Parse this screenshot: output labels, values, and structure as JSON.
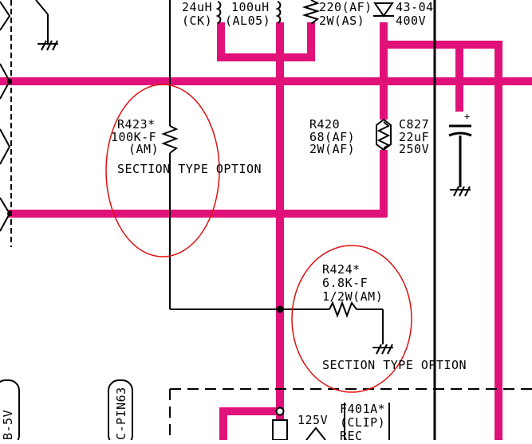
{
  "colors": {
    "trace": "#e0127a",
    "wire": "#000000",
    "highlight": "#e01010",
    "background": "#ffffff"
  },
  "top_labels": {
    "l1_line1": "24uH",
    "l1_line2": "(CK)",
    "l2_line1": "100uH",
    "l2_line2": "(AL05)",
    "r_top_line1": "220(AF)",
    "r_top_line2": "2W(AS)",
    "d_line1": "43-04",
    "d_line2": "400V"
  },
  "r423": {
    "ref": "R423*",
    "value": "100K-F",
    "model": "(AM)"
  },
  "r420": {
    "ref": "R420",
    "value": "68(AF)",
    "power": "2W(AF)"
  },
  "c827": {
    "ref": "C827",
    "value": "22uF",
    "voltage": "250V"
  },
  "r424": {
    "ref": "R424*",
    "value": "6.8K-F",
    "power": "1/2W(AM)"
  },
  "notes": {
    "option_1": "SECTION TYPE OPTION",
    "option_2": "SECTION TYPE OPTION"
  },
  "bottom_labels": {
    "b5v": "B-5V",
    "pin": "C-PIN63",
    "volt": "125V",
    "fuse_ref": "F401A*",
    "fuse_note": "(CLIP)",
    "fuse_rec": "REC"
  }
}
